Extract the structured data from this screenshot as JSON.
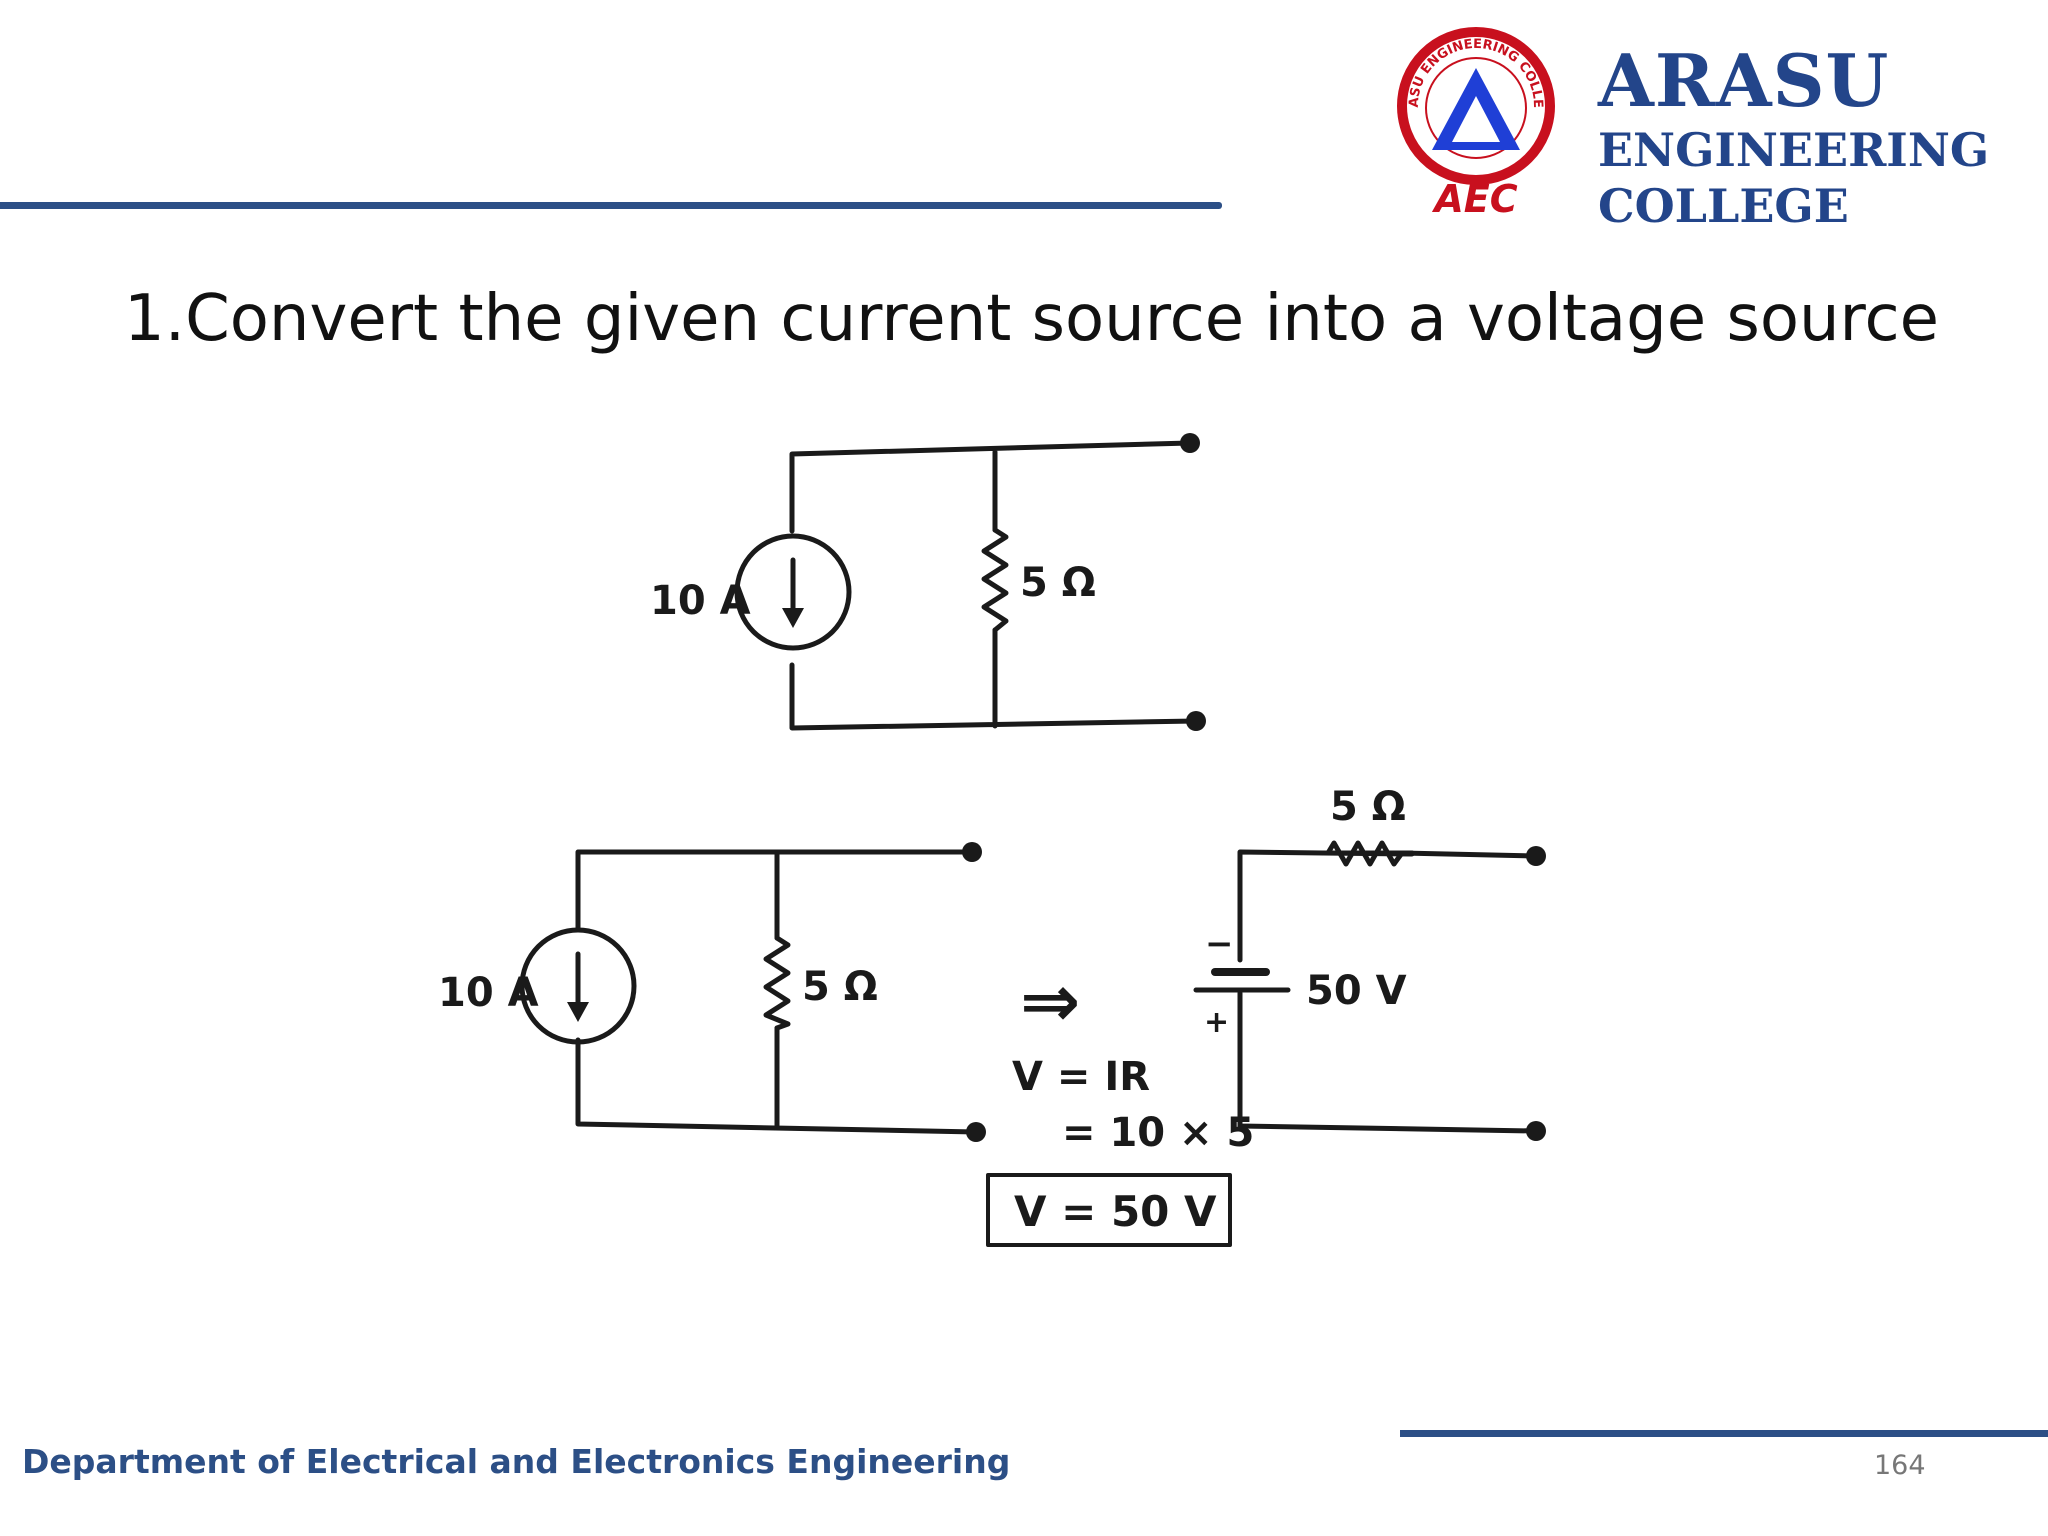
{
  "header": {
    "college_name": [
      "ARASU",
      "ENGINEERING",
      "COLLEGE"
    ],
    "logo": {
      "ring_text": "ARASU ENGINEERING COLLEGE",
      "monogram": "AEC",
      "colors": {
        "ring": "#c8101e",
        "triangle": "#1f3fd6",
        "text": "#23458a"
      }
    }
  },
  "title": "1.Convert the given current source into a voltage source",
  "circuit": {
    "top": {
      "current_label": "10 A",
      "resistor_label": "5 Ω"
    },
    "bottom_left": {
      "current_label": "10 A",
      "resistor_label": "5 Ω"
    },
    "arrow": "⇒",
    "equation_line1": "V = IR",
    "equation_line2": "= 10 × 5",
    "result": "V = 50 V",
    "bottom_right": {
      "resistor_label": "5 Ω",
      "voltage_label": "50 V",
      "minus": "−",
      "plus": "+"
    }
  },
  "footer": {
    "department": "Department of Electrical and Electronics Engineering",
    "page_number": "164"
  }
}
